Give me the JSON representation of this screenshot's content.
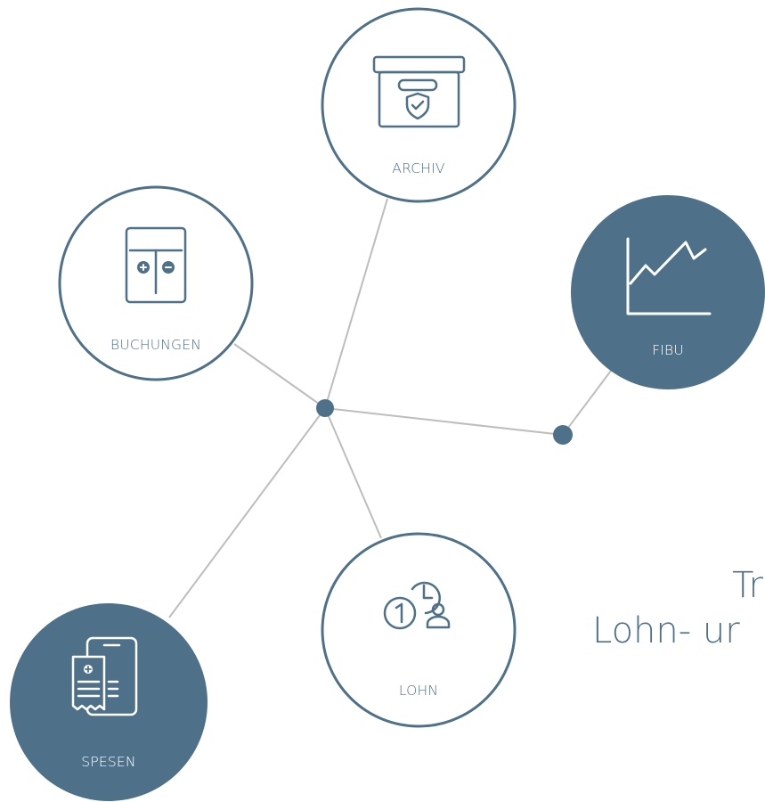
{
  "colors": {
    "accent": "#4e7189",
    "line": "#bdbdbd",
    "background": "#ffffff"
  },
  "nodes": {
    "archiv": {
      "label": "ARCHIV",
      "icon": "archive-box-shield-icon"
    },
    "buchungen": {
      "label": "BUCHUNGEN",
      "icon": "ledger-plus-minus-icon"
    },
    "fibu": {
      "label": "FIBU",
      "icon": "line-chart-icon"
    },
    "lohn": {
      "label": "LOHN",
      "icon": "clock-person-icon"
    },
    "spesen": {
      "label": "SPESEN",
      "icon": "phone-receipt-icon"
    }
  },
  "teaser": {
    "line1": "Tr",
    "line2": "Lohn- ur"
  }
}
